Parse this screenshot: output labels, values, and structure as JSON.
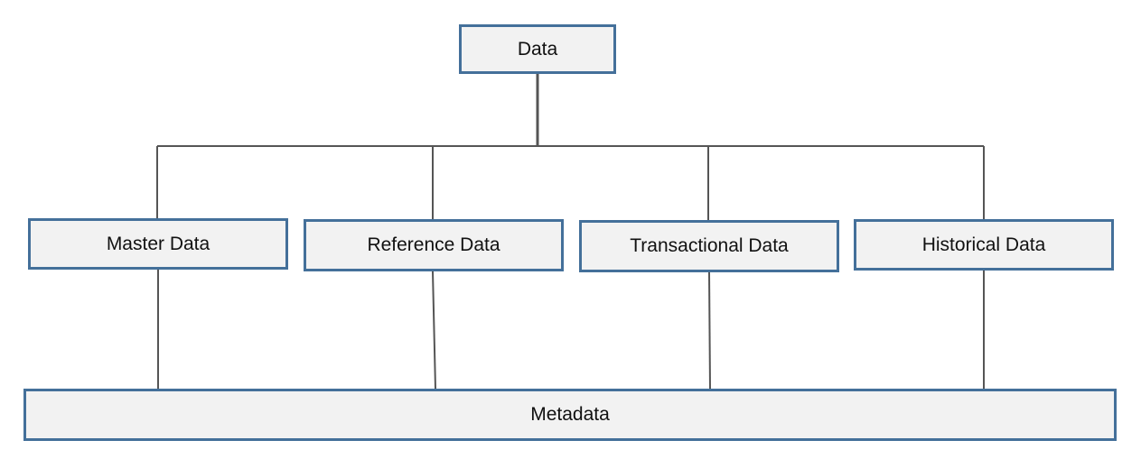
{
  "diagram": {
    "root": {
      "label": "Data"
    },
    "categories": [
      {
        "label": "Master Data"
      },
      {
        "label": "Reference Data"
      },
      {
        "label": "Transactional Data"
      },
      {
        "label": "Historical Data"
      }
    ],
    "base": {
      "label": "Metadata"
    }
  },
  "colors": {
    "box_fill": "#f2f2f2",
    "box_border": "#44709a",
    "connector": "#555555"
  }
}
